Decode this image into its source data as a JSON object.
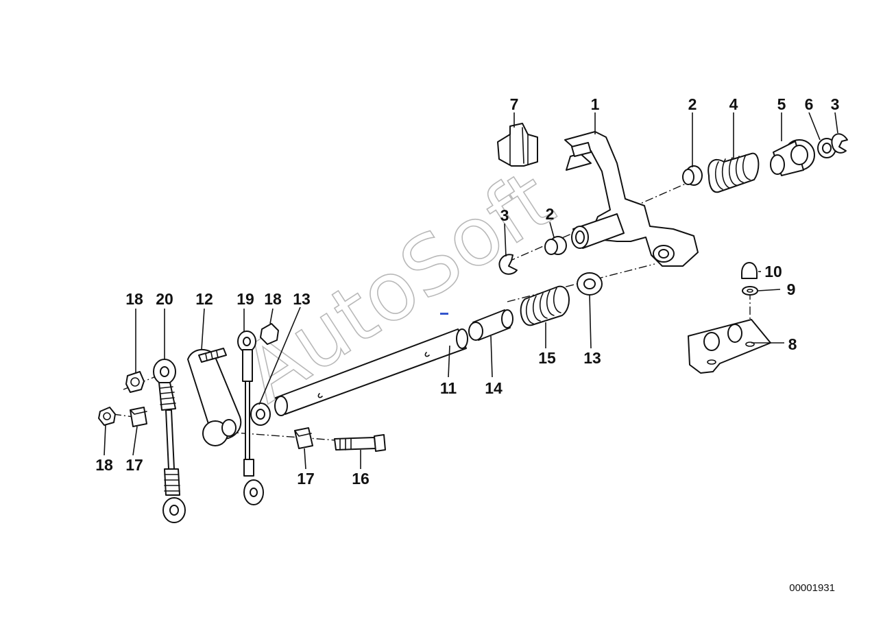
{
  "diagram": {
    "callouts": {
      "c1": "1",
      "c2a": "2",
      "c2b": "2",
      "c3a": "3",
      "c3b": "3",
      "c4": "4",
      "c5": "5",
      "c6": "6",
      "c7": "7",
      "c8": "8",
      "c9": "9",
      "c10": "10",
      "c11": "11",
      "c12": "12",
      "c13a": "13",
      "c13b": "13",
      "c14": "14",
      "c15": "15",
      "c16": "16",
      "c17a": "17",
      "c17b": "17",
      "c18a": "18",
      "c18b": "18",
      "c18c": "18",
      "c19": "19",
      "c20": "20"
    },
    "document_number": "00001931",
    "watermark": "AutoSoft",
    "colors": {
      "ink": "#111111",
      "paper": "#ffffff",
      "watermark": "#b8b8b8",
      "marker": "#3355cc"
    }
  }
}
